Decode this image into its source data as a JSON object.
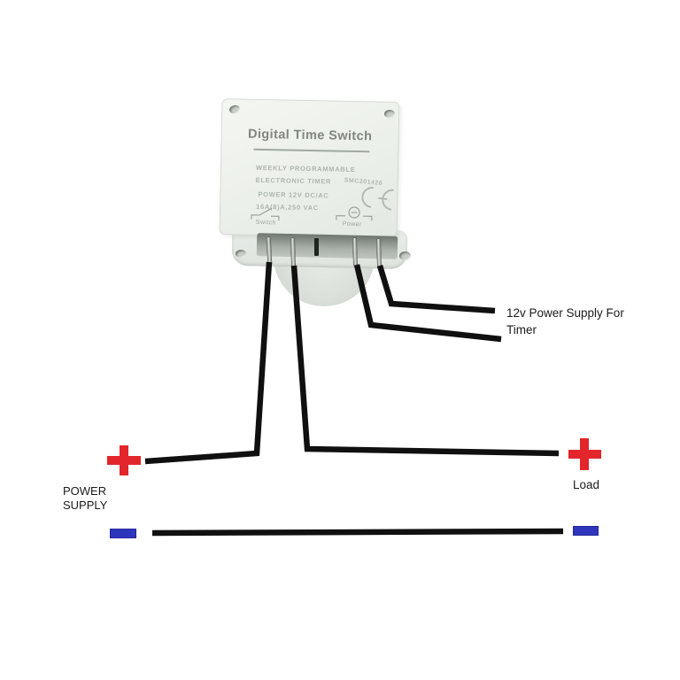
{
  "device": {
    "title": "Digital Time Switch",
    "spec_line1": "WEEKLY PROGRAMMABLE",
    "spec_line2": "ELECTRONIC TIMER",
    "model_number": "SMC201426",
    "power_spec": "POWER  12V DC/AC",
    "rating_spec": "16A(8)A,250 VAC",
    "ce_mark": "CE",
    "terminal_groups": [
      {
        "label": "Switch",
        "terminals": [
          "1",
          "2"
        ]
      },
      {
        "label": "Power",
        "terminals": [
          "4",
          "5"
        ]
      }
    ],
    "terminal_count": 5
  },
  "labels": {
    "timer_supply_line1": "12v Power Supply For",
    "timer_supply_line2": "Timer",
    "power_supply_line1": "POWER",
    "power_supply_line2": "SUPPLY",
    "load": "Load"
  },
  "symbols": {
    "positive": "+",
    "negative": "−"
  },
  "colors": {
    "positive_red": "#e2262b",
    "negative_blue": "#3036bc",
    "wire_black": "#101010",
    "device_body": "#edf0eb",
    "device_text_gray": "#a9b1a9"
  },
  "connections": [
    {
      "from": "switch-terminal-1",
      "to": "power-supply-positive"
    },
    {
      "from": "switch-terminal-2",
      "to": "load-positive"
    },
    {
      "from": "power-terminal-4",
      "to": "timer-power-supply"
    },
    {
      "from": "power-terminal-5",
      "to": "timer-power-supply"
    },
    {
      "from": "power-supply-negative",
      "to": "load-negative"
    }
  ]
}
